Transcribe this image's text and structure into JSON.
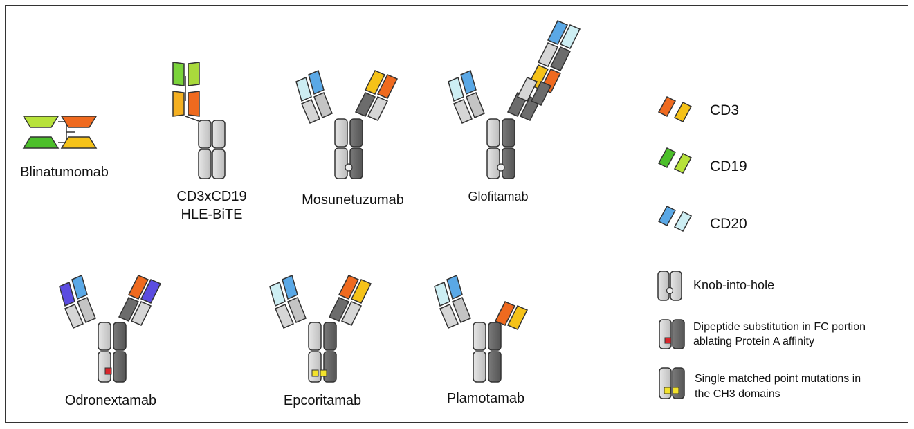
{
  "colors": {
    "cd3_a": "#ef6a1f",
    "cd3_b": "#f5c218",
    "cd19_a": "#4cbf2a",
    "cd19_b": "#b7e23a",
    "cd20_a": "#5aa8e6",
    "cd20_b": "#cdeef3",
    "purple": "#5b4ce0",
    "heavy_light": "#d4d4d4",
    "heavy_dark": "#6c6c6c",
    "red_mark": "#d8262b",
    "yellow_mark": "#f2e22c"
  },
  "molecules": [
    {
      "id": "blinatumomab",
      "label": "Blinatumomab"
    },
    {
      "id": "hle-bite",
      "label": "CD3xCD19",
      "label2": "HLE-BiTE"
    },
    {
      "id": "mosunetuzumab",
      "label": "Mosunetuzumab"
    },
    {
      "id": "glofitamab",
      "label": "Glofitamab"
    },
    {
      "id": "odronextamab",
      "label": "Odronextamab"
    },
    {
      "id": "epcoritamab",
      "label": "Epcoritamab"
    },
    {
      "id": "plamotamab",
      "label": "Plamotamab"
    }
  ],
  "legend": [
    {
      "id": "cd3",
      "label": "CD3"
    },
    {
      "id": "cd19",
      "label": "CD19"
    },
    {
      "id": "cd20",
      "label": "CD20"
    },
    {
      "id": "knob",
      "label": "Knob-into-hole"
    },
    {
      "id": "dipeptide",
      "label": "Dipeptide substitution in FC portion",
      "label2": "ablating Protein A affinity"
    },
    {
      "id": "point",
      "label": "Single matched point mutations in",
      "label2": "the CH3 domains"
    }
  ]
}
